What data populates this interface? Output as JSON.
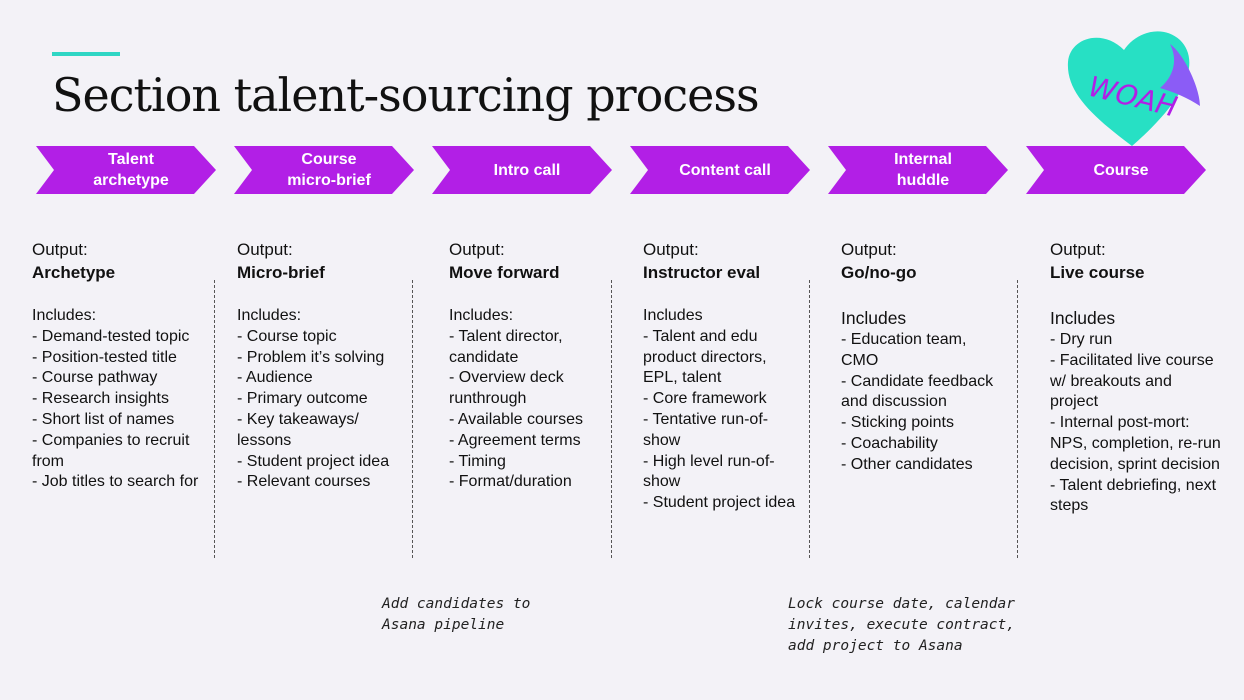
{
  "title": "Section talent-sourcing process",
  "logo": {
    "text": "WOAH",
    "icon": "heart-sticker-icon",
    "colors": {
      "heart": "#27e0c4",
      "curl": "#8b5cf6",
      "text": "#b21fe6"
    }
  },
  "colors": {
    "accent": "#2fd6c4",
    "chevron": "#b21fe6",
    "background": "#f3f2f7"
  },
  "stages": [
    {
      "label": "Talent\narchetype",
      "output_label": "Output:",
      "output_value": "Archetype",
      "includes_label": "Includes:",
      "items": [
        "-  Demand-tested topic",
        "-  Position-tested title",
        "-  Course pathway",
        "- Research insights",
        "-  Short list of names",
        "-  Companies to recruit from",
        "-  Job titles to search for"
      ]
    },
    {
      "label": "Course\nmicro-brief",
      "output_label": "Output:",
      "output_value": "Micro-brief",
      "includes_label": "Includes:",
      "items": [
        "-  Course topic",
        "-  Problem it’s solving",
        "-  Audience",
        "-  Primary outcome",
        "-  Key takeaways/ lessons",
        "-  Student project idea",
        "-  Relevant courses"
      ]
    },
    {
      "label": "Intro call",
      "output_label": "Output:",
      "output_value": "Move forward",
      "includes_label": "Includes:",
      "items": [
        "-  Talent director, candidate",
        "-  Overview deck runthrough",
        "-  Available courses",
        "-  Agreement terms",
        "-  Timing",
        "-  Format/duration"
      ]
    },
    {
      "label": "Content call",
      "output_label": "Output:",
      "output_value": "Instructor eval",
      "includes_label": "Includes",
      "items": [
        "-  Talent and edu product directors, EPL, talent",
        "-  Core framework",
        "-  Tentative run-of-show",
        "-  High level run-of-show",
        "-  Student project idea"
      ]
    },
    {
      "label": "Internal\nhuddle",
      "output_label": "Output:",
      "output_value": "Go/no-go",
      "includes_label": "Includes",
      "items": [
        "-  Education team, CMO",
        "-  Candidate feedback and discussion",
        "-  Sticking points",
        "-  Coachability",
        "- Other candidates"
      ]
    },
    {
      "label": "Course",
      "output_label": "Output:",
      "output_value": "Live course",
      "includes_label": "Includes",
      "items": [
        "-  Dry run",
        "-  Facilitated live course w/ breakouts and project",
        "-  Internal post-mort: NPS, completion, re-run decision, sprint decision",
        "-  Talent debriefing, next steps"
      ]
    }
  ],
  "notes": [
    "Add candidates to\nAsana pipeline",
    "Lock course date, calendar\ninvites, execute contract,\nadd project to Asana"
  ]
}
